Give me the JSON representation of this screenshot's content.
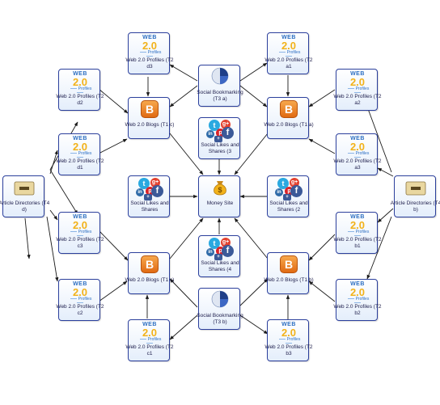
{
  "web20": {
    "brand": "WEB",
    "version": "2.0",
    "tagline": "Profiles"
  },
  "nodes": {
    "money": "Money Site",
    "blog_t1c_top": "Web 2.0 Blogs (T1 c)",
    "blog_t1a": "Web 2.0 Blogs (T1 a)",
    "blog_t1c_bottom": "Web 2.0 Blogs (T1 c)",
    "blog_t1b": "Web 2.0 Blogs (T1 b)",
    "sb_t3a": "Social Bookmarking (T3 a)",
    "sb_t3b": "Social Bookmarking (T3 b)",
    "ls_3": "Social Likes and Shares (3",
    "ls_center_left": "Social Likes and Shares",
    "ls_2": "Social Likes and Shares (2",
    "ls_4": "Social Likes and Shares (4",
    "ad_t4d": "Article Directories (T4 d)",
    "ad_t4b": "Article Directories (T4 b)",
    "p_t2d3": "Web 2.0 Profiles (T2 d3",
    "p_t2a1": "Web 2.0 Profiles (T2 a1",
    "p_t2d2": "Web 2.0 Profiles (T2 d2",
    "p_t2a2": "Web 2.0 Profiles (T2 a2",
    "p_t2d1": "Web 2.0 Profiles (T2 d1",
    "p_t2a3": "Web 2.0 Profiles (T2 a3",
    "p_t2c3": "Web 2.0 Profiles (T2 c3",
    "p_t2b1": "Web 2.0 Profiles (T2 b1",
    "p_t2c2": "Web 2.0 Profiles (T2 c2",
    "p_t2b2": "Web 2.0 Profiles (T2 b2",
    "p_t2c1": "Web 2.0 Profiles (T2 c1",
    "p_t2b3": "Web 2.0 Profiles (T2 b3"
  },
  "colors": {
    "border": "#2b3f9c",
    "edge": "#1a1a1a",
    "web_blue": "#2d6fc2",
    "web_gold": "#f2b21a",
    "blog_orange": "#ee8a2a"
  }
}
